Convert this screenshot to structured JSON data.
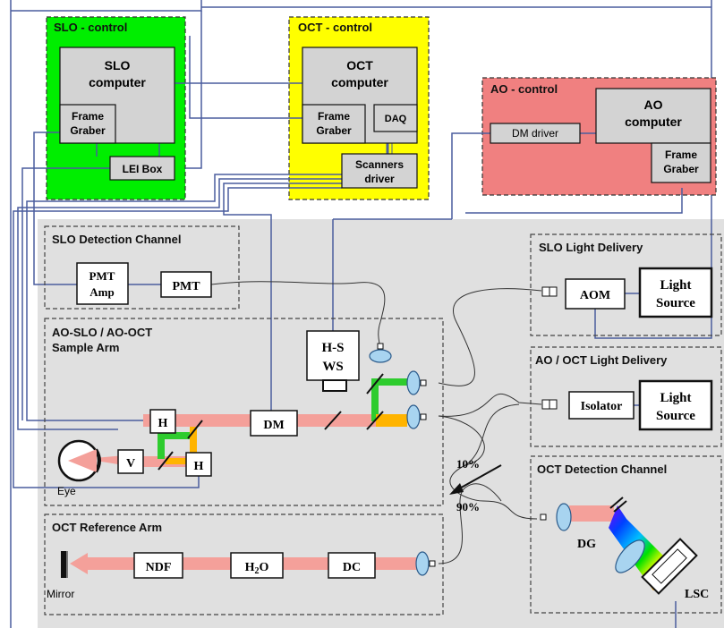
{
  "colors": {
    "slo_panel": "#00ee00",
    "oct_panel": "#ffff00",
    "ao_panel": "#f08080",
    "optical_area": "#e0e0e0",
    "box": "#d3d3d3",
    "cable": "#4a5d9e",
    "beam": "#f4a09a",
    "green_path": "#2ecc2e",
    "orange_path": "#ffb400"
  },
  "panels": {
    "slo_control": "SLO - control",
    "oct_control": "OCT - control",
    "ao_control": "AO - control",
    "slo_detection": "SLO Detection Channel",
    "slo_light": "SLO Light Delivery",
    "sample_arm_1": "AO-SLO / AO-OCT",
    "sample_arm_2": "Sample Arm",
    "ao_oct_light": "AO / OCT Light Delivery",
    "oct_detection": "OCT Detection Channel",
    "oct_reference": "OCT Reference Arm"
  },
  "boxes": {
    "slo_computer_1": "SLO",
    "slo_computer_2": "computer",
    "frame_graber_1": "Frame",
    "frame_graber_2": "Graber",
    "lei_box": "LEI Box",
    "oct_computer_1": "OCT",
    "oct_computer_2": "computer",
    "daq": "DAQ",
    "scanners_1": "Scanners",
    "scanners_2": "driver",
    "dm_driver": "DM driver",
    "ao_computer_1": "AO",
    "ao_computer_2": "computer",
    "pmt_amp_1": "PMT",
    "pmt_amp_2": "Amp",
    "pmt": "PMT",
    "aom": "AOM",
    "light_source_1": "Light",
    "light_source_2": "Source",
    "isolator": "Isolator",
    "hs_ws_1": "H-S",
    "hs_ws_2": "WS",
    "h": "H",
    "dm": "DM",
    "v": "V",
    "ndf": "NDF",
    "h2o_main": "H",
    "h2o_sub": "2",
    "h2o_end": "O",
    "dc": "DC"
  },
  "labels": {
    "eye": "Eye",
    "mirror": "Mirror",
    "ratio_10": "10%",
    "ratio_90": "90%",
    "dg": "DG",
    "lsc": "LSC"
  }
}
